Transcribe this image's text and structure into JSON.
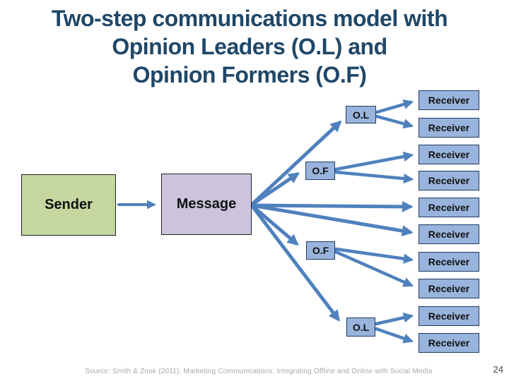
{
  "title": {
    "lines": [
      "Two-step communications model with",
      "Opinion Leaders (O.L) and",
      "Opinion Formers (O.F)"
    ],
    "color": "#1F4768"
  },
  "diagram": {
    "sender_label": "Sender",
    "message_label": "Message",
    "opinion_leader_label": "O.L",
    "opinion_former_label": "O.F",
    "receiver_labels": [
      "Receiver",
      "Receiver",
      "Receiver",
      "Receiver",
      "Receiver",
      "Receiver",
      "Receiver",
      "Receiver",
      "Receiver",
      "Receiver"
    ],
    "colors": {
      "sender_fill": "#C6D6A0",
      "message_fill": "#CCC4DC",
      "node_fill": "#98B4DC",
      "node_border": "#1F3864",
      "arrow": "#4F81BD"
    }
  },
  "footer": {
    "source": "Source: Smith & Zook (2011), Marketing Communications: Integrating Offline and Online with Social Media",
    "page_number": "24"
  }
}
